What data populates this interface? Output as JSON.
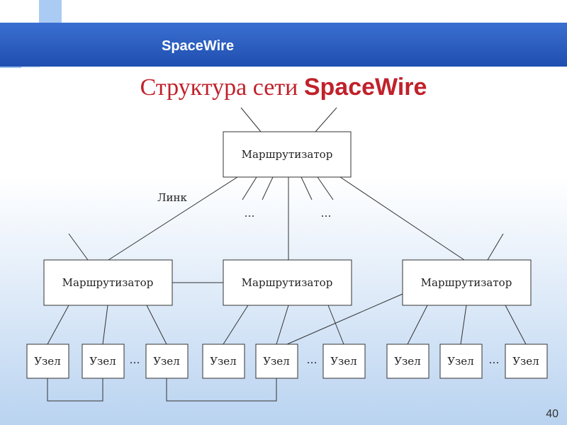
{
  "header": {
    "title": "SpaceWire"
  },
  "slide": {
    "title_prefix": "Структура сети",
    "title_suffix": "SpaceWire",
    "page_number": "40"
  },
  "diagram": {
    "router_label": "Маршрутизатор",
    "node_label": "Узел",
    "link_label": "Линк",
    "ellipsis": "…"
  }
}
